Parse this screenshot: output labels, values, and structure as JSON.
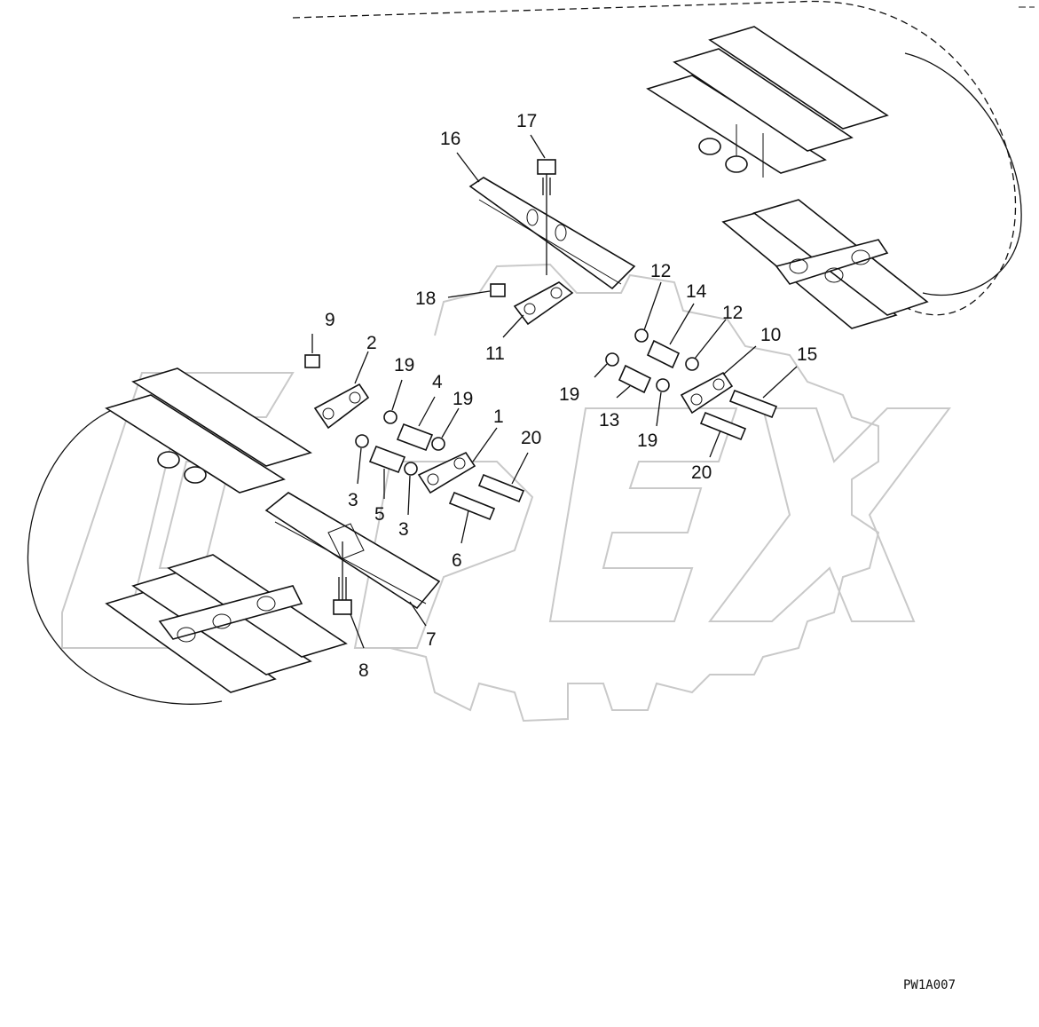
{
  "watermark": {
    "text": "OPEX"
  },
  "drawing_code": "PW1A007",
  "callouts": [
    {
      "id": "17",
      "label": "17"
    },
    {
      "id": "16",
      "label": "16"
    },
    {
      "id": "12a",
      "label": "12"
    },
    {
      "id": "14",
      "label": "14"
    },
    {
      "id": "12b",
      "label": "12"
    },
    {
      "id": "18",
      "label": "18"
    },
    {
      "id": "9",
      "label": "9"
    },
    {
      "id": "2",
      "label": "2"
    },
    {
      "id": "11",
      "label": "11"
    },
    {
      "id": "10",
      "label": "10"
    },
    {
      "id": "15",
      "label": "15"
    },
    {
      "id": "19a",
      "label": "19"
    },
    {
      "id": "4",
      "label": "4"
    },
    {
      "id": "19b",
      "label": "19"
    },
    {
      "id": "19c",
      "label": "19"
    },
    {
      "id": "13",
      "label": "13"
    },
    {
      "id": "19d",
      "label": "19"
    },
    {
      "id": "1",
      "label": "1"
    },
    {
      "id": "20a",
      "label": "20"
    },
    {
      "id": "20b",
      "label": "20"
    },
    {
      "id": "3a",
      "label": "3"
    },
    {
      "id": "5",
      "label": "5"
    },
    {
      "id": "3b",
      "label": "3"
    },
    {
      "id": "6",
      "label": "6"
    },
    {
      "id": "7",
      "label": "7"
    },
    {
      "id": "8",
      "label": "8"
    }
  ]
}
